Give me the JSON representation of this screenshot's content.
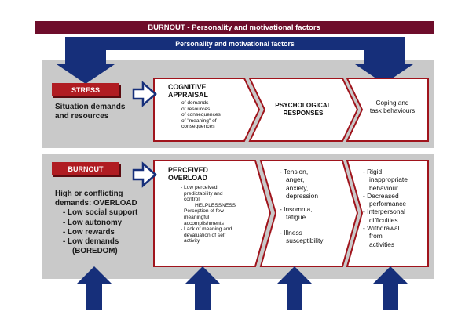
{
  "title": "BURNOUT - Personality and motivational factors",
  "subtitle": "Personality and motivational factors",
  "colors": {
    "title_bg": "#6e0d2b",
    "blue": "#162f7a",
    "red": "#b01c22",
    "panel": "#c9c9c9"
  },
  "stress": {
    "label": "STRESS",
    "side_lines": [
      "Situation demands",
      "and resources"
    ],
    "box1_title": [
      "COGNITIVE",
      "APPRAISAL"
    ],
    "box1_lines": [
      "of demands",
      "of resources",
      "of consequences",
      "of \"meaning\" of",
      "consequences"
    ],
    "box2_lines": [
      "PSYCHOLOGICAL",
      "RESPONSES"
    ],
    "box3_lines": [
      "Coping and",
      "task behaviours"
    ]
  },
  "burnout": {
    "label": "BURNOUT",
    "side_lines": [
      "High or conflicting",
      "demands: OVERLOAD",
      "- Low social support",
      "- Low autonomy",
      "- Low rewards",
      "- Low demands",
      "(BOREDOM)"
    ],
    "box1_title": [
      "PERCEIVED",
      "OVERLOAD"
    ],
    "box1_lines": [
      "- Low perceived",
      "predictability and",
      "control:",
      "HELPLESSNESS",
      "- Perception of few",
      "meaningful",
      "accomplishments",
      "- Lack of meaning and",
      "devaluation of self",
      "activity"
    ],
    "box2_lines": [
      "- Tension,",
      "anger,",
      "anxiety,",
      "depression",
      "- Insomnia,",
      "fatigue",
      "- Illness",
      "susceptibility"
    ],
    "box3_lines": [
      "- Rigid,",
      "inappropriate",
      "behaviour",
      "- Decreased",
      "performance",
      "- Interpersonal",
      "difficulties",
      "- Withdrawal",
      "from",
      "activities"
    ]
  }
}
